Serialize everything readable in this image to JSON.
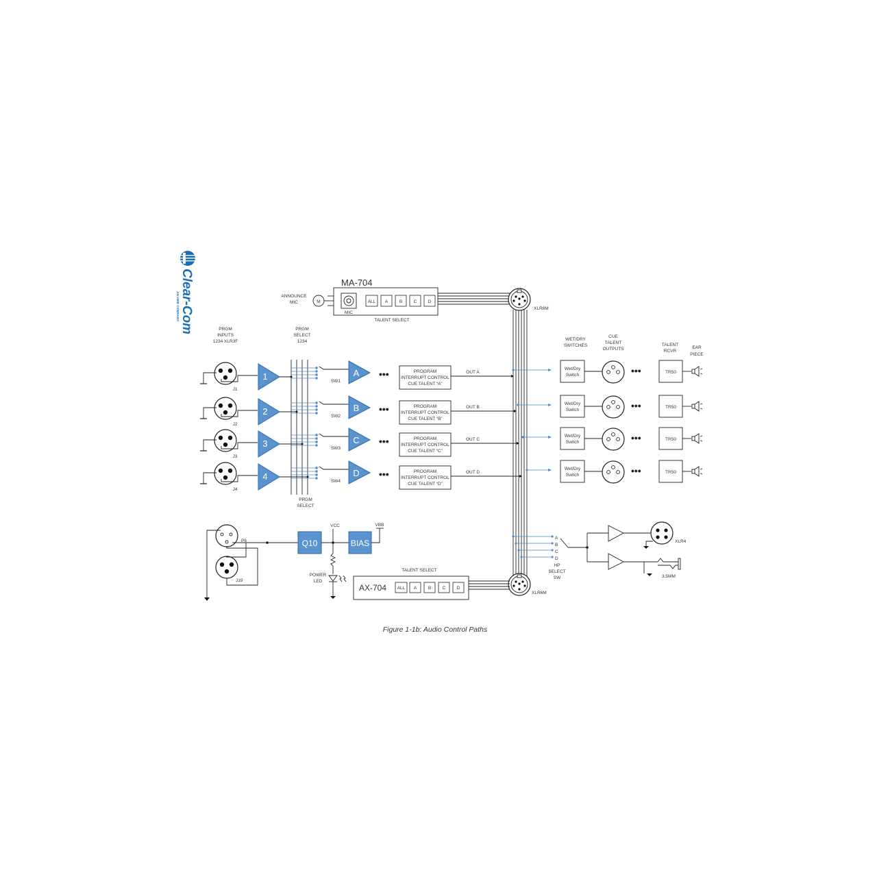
{
  "logo": {
    "name": "Clear-Com",
    "tagline": "AN HME COMPANY",
    "color": "#1b6fb8"
  },
  "colors": {
    "accent": "#5b93cf",
    "wire": "#222222",
    "blue_wire": "#4f88c6"
  },
  "ma704": {
    "title": "MA-704",
    "mic_label": "MIC",
    "announce_label_1": "ANNOUNCE",
    "announce_label_2": "MIC",
    "motor_label": "M",
    "buttons": [
      "ALL",
      "A",
      "B",
      "C",
      "D"
    ],
    "talent_select": "TALENT SELECT"
  },
  "xlr6m_top": "XLR6M",
  "xlr6m_bottom": "XLR6M",
  "prgm_inputs": [
    "PRGM",
    "INPUTS",
    "1234 XLR3F"
  ],
  "prgm_select_top": [
    "PRGM",
    "SELECT",
    "1234"
  ],
  "prgm_select_bottom": [
    "PRGM",
    "SELECT"
  ],
  "input_jacks": [
    "J1",
    "J2",
    "J3",
    "J4"
  ],
  "input_amps": [
    "1",
    "2",
    "3",
    "4"
  ],
  "switches": [
    "SW1",
    "SW2",
    "SW3",
    "SW4"
  ],
  "channel_amps": [
    "A",
    "B",
    "C",
    "D"
  ],
  "program_boxes": [
    [
      "PROGRAM",
      "INTERRUPT CONTROL",
      "CUE TALENT “A”"
    ],
    [
      "PROGRAM",
      "INTERRUPT CONTROL",
      "CUE TALENT “B”"
    ],
    [
      "PROGRAM",
      "INTERRUPT CONTROL",
      "CUE TALENT “C”"
    ],
    [
      "PROGRAM",
      "INTERRUPT CONTROL",
      "CUE TALENT “D”"
    ]
  ],
  "outputs": [
    "OUT A",
    "OUT B",
    "OUT C",
    "OUT D"
  ],
  "wet_dry_header": [
    "WET/DRY",
    "SWITCHES"
  ],
  "wet_dry_box": [
    "Wet/Dry",
    "Switch"
  ],
  "cue_header": [
    "CUE",
    "TALENT",
    "OUTPUTS"
  ],
  "talent_rcvr_header": [
    "TALENT",
    "RCVR"
  ],
  "ear_piece_header": [
    "EAR",
    "PIECE"
  ],
  "receivers": [
    "TR50",
    "TR50",
    "TR50",
    "TR50"
  ],
  "ellipsis": "•••",
  "bottom": {
    "p6": "P6",
    "j19": "J19",
    "q10": "Q10",
    "bias": "BIAS",
    "vcc": "VCC",
    "vbb": "VBB",
    "power_led": [
      "POWER",
      "LED"
    ],
    "ax704": "AX-704",
    "ax_buttons": [
      "ALL",
      "A",
      "B",
      "C",
      "D"
    ],
    "talent_select": "TALENT SELECT"
  },
  "hp_select": {
    "letters": [
      "A",
      "B",
      "C",
      "D"
    ],
    "label": [
      "HP",
      "SELECT",
      "SW"
    ],
    "xlr4": "XLR4",
    "mm": "3.5MM"
  },
  "caption": "Figure 1-1b: Audio Control Paths"
}
